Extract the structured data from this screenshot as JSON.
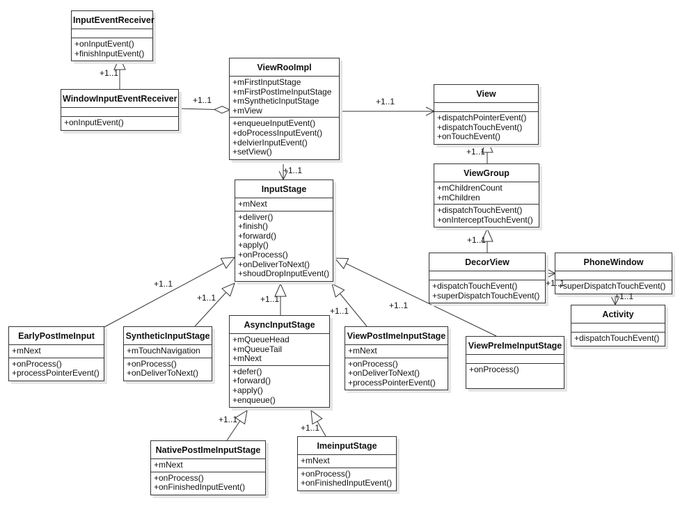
{
  "classes": {
    "inputEventReceiver": {
      "name": "InputEventReceiver",
      "attributes": [],
      "operations": [
        "+onInputEvent()",
        "+finishInputEvent()"
      ]
    },
    "windowInputEventReceiver": {
      "name": "WindowInputEventReceiver",
      "attributes": [],
      "operations": [
        "+onInputEvent()"
      ]
    },
    "viewRootImpl": {
      "name": "ViewRooImpl",
      "attributes": [
        "+mFirstInputStage",
        "+mFirstPostImeInputStage",
        "+mSyntheticInputStage",
        "+mView"
      ],
      "operations": [
        "+enqueueInputEvent()",
        "+doProcessInputEvent()",
        "+delvierInputEvent()",
        "+setView()"
      ]
    },
    "view": {
      "name": "View",
      "attributes": [],
      "operations": [
        "+dispatchPointerEvent()",
        "+dispatchTouchEvent()",
        "+onTouchEvent()"
      ]
    },
    "viewGroup": {
      "name": "ViewGroup",
      "attributes": [
        "+mChildrenCount",
        "+mChildren"
      ],
      "operations": [
        "+dispatchTouchEvent()",
        "+onInterceptTouchEvent()"
      ]
    },
    "decorView": {
      "name": "DecorView",
      "attributes": [],
      "operations": [
        "+dispatchTouchEvent()",
        "+superDispatchTouchEvent()"
      ]
    },
    "phoneWindow": {
      "name": "PhoneWindow",
      "attributes": [],
      "operations": [
        "+superDispatchTouchEvent()"
      ]
    },
    "activity": {
      "name": "Activity",
      "attributes": [],
      "operations": [
        "+dispatchTouchEvent()"
      ]
    },
    "inputStage": {
      "name": "InputStage",
      "attributes": [
        "+mNext"
      ],
      "operations": [
        "+deliver()",
        "+finish()",
        "+forward()",
        "+apply()",
        "+onProcess()",
        "+onDeliverToNext()",
        "+shoudDropInputEvent()"
      ]
    },
    "earlyPostImeInput": {
      "name": "EarlyPostImeInput",
      "attributes": [
        "+mNext"
      ],
      "operations": [
        "+onProcess()",
        "+processPointerEvent()"
      ]
    },
    "syntheticInputStage": {
      "name": "SyntheticInputStage",
      "attributes": [
        "+mTouchNavigation"
      ],
      "operations": [
        "+onProcess()",
        "+onDeliverToNext()"
      ]
    },
    "asyncInputStage": {
      "name": "AsyncInputStage",
      "attributes": [
        "+mQueueHead",
        "+mQueueTail",
        "+mNext"
      ],
      "operations": [
        "+defer()",
        "+forward()",
        "+apply()",
        "+enqueue()"
      ]
    },
    "viewPostImeInputStage": {
      "name": "ViewPostImeInputStage",
      "attributes": [
        "+mNext"
      ],
      "operations": [
        "+onProcess()",
        "+onDeliverToNext()",
        "+processPointerEvent()"
      ]
    },
    "viewPreImeInputStage": {
      "name": "ViewPreImeInputStage",
      "attributes": [],
      "operations": [
        "+onProcess()"
      ]
    },
    "nativePostImeInputStage": {
      "name": "NativePostImeInputStage",
      "attributes": [
        "+mNext"
      ],
      "operations": [
        "+onProcess()",
        "+onFinishedInputEvent()"
      ]
    },
    "imeInputStage": {
      "name": "ImeinputStage",
      "attributes": [
        "+mNext"
      ],
      "operations": [
        "+onProcess()",
        "+onFinishedInputEvent()"
      ]
    }
  },
  "multiplicities": {
    "receiverGen": "+1..1",
    "windowAgg": "+1..1",
    "rootToView": "+1..1",
    "rootToStage": "+1..1",
    "viewGroupGen": "+1..1",
    "decorGen": "+1..1",
    "decorToPhone": "+1..1",
    "phoneToActivity": "+1..1",
    "earlyGen": "+1..1",
    "syntheticGen": "+1..1",
    "asyncGen": "+1..1",
    "viewPostGen": "+1..1",
    "viewPreGen": "+1..1",
    "nativeGen": "+1..1",
    "imeGen": "+1..1"
  }
}
